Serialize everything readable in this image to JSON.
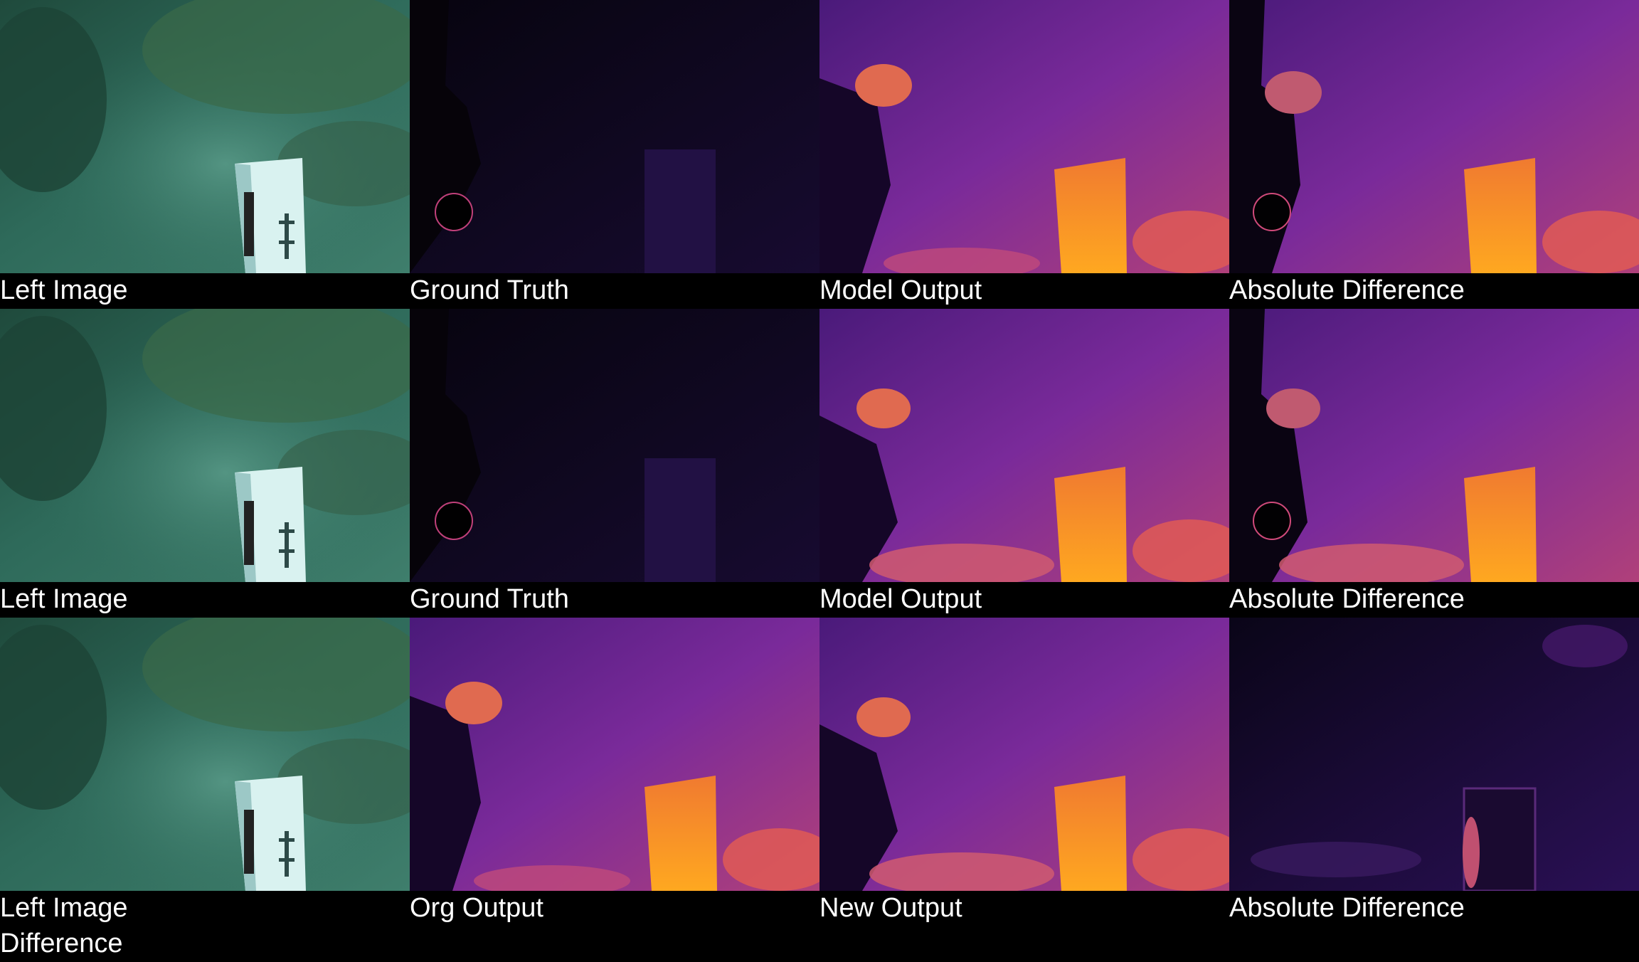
{
  "rows": [
    {
      "labels": [
        "Left Image",
        "Ground Truth",
        "Model Output",
        "Absolute Difference"
      ]
    },
    {
      "labels": [
        "Left Image",
        "Ground Truth",
        "Model Output",
        "Absolute Difference"
      ]
    },
    {
      "labels": [
        "Left Image",
        "Org Output",
        "New Output",
        "Absolute Difference"
      ]
    }
  ],
  "footer": {
    "text": "Difference"
  },
  "colors": {
    "background": "#000000",
    "colormap_low": "#0f0820",
    "colormap_mid": "#7a2a9a",
    "colormap_high": "#f5a020",
    "underwater": "#2e6a5a"
  }
}
